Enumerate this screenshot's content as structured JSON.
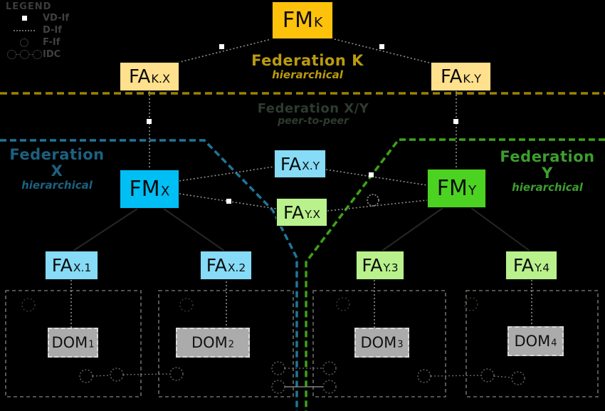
{
  "legend": {
    "title": "LEGEND",
    "items": [
      {
        "label": "VD-If",
        "symbol": "white-square"
      },
      {
        "label": "D-If",
        "symbol": "dotted-line"
      },
      {
        "label": "F-If",
        "symbol": "dotted-circle"
      },
      {
        "label": "IDC",
        "symbol": "circle-chain"
      }
    ]
  },
  "federations": {
    "k": {
      "title": "Federation K",
      "subtitle": "hierarchical",
      "color": "#BA9B10"
    },
    "x": {
      "title": "Federation X",
      "subtitle": "hierarchical",
      "color": "#1C6180"
    },
    "y": {
      "title": "Federation Y",
      "subtitle": "hierarchical",
      "color": "#3C9E2E"
    },
    "xy": {
      "title": "Federation X/Y",
      "subtitle": "peer-to-peer",
      "color": "#2E3B2E"
    }
  },
  "nodes": {
    "fmk": {
      "label": "FM",
      "sub": "K"
    },
    "fakx": {
      "label": "FA",
      "sub": "K.X"
    },
    "faky": {
      "label": "FA",
      "sub": "K.Y"
    },
    "fmx": {
      "label": "FM",
      "sub": "X"
    },
    "fmy": {
      "label": "FM",
      "sub": "Y"
    },
    "faxy": {
      "label": "FA",
      "sub": "X.Y"
    },
    "fayx": {
      "label": "FA",
      "sub": "Y.X"
    },
    "fax1": {
      "label": "FA",
      "sub": "X.1"
    },
    "fax2": {
      "label": "FA",
      "sub": "X.2"
    },
    "fay3": {
      "label": "FA",
      "sub": "Y.3"
    },
    "fay4": {
      "label": "FA",
      "sub": "Y.4"
    },
    "dom1": {
      "label": "DOM",
      "sub": "1"
    },
    "dom2": {
      "label": "DOM",
      "sub": "2"
    },
    "dom3": {
      "label": "DOM",
      "sub": "3"
    },
    "dom4": {
      "label": "DOM",
      "sub": "4"
    }
  },
  "colors": {
    "fm_k_box": "#FFC20A",
    "fa_k_box": "#FFE08C",
    "fm_x_box": "#00BFF5",
    "fa_x_box": "#86DBF6",
    "fm_y_box": "#4CD321",
    "fa_y_box": "#B9F18D",
    "dom_box": "#ABABAB",
    "federation_k_boundary": "#9C8400",
    "federation_x_boundary": "#1F7697",
    "federation_y_boundary": "#3BA318"
  }
}
